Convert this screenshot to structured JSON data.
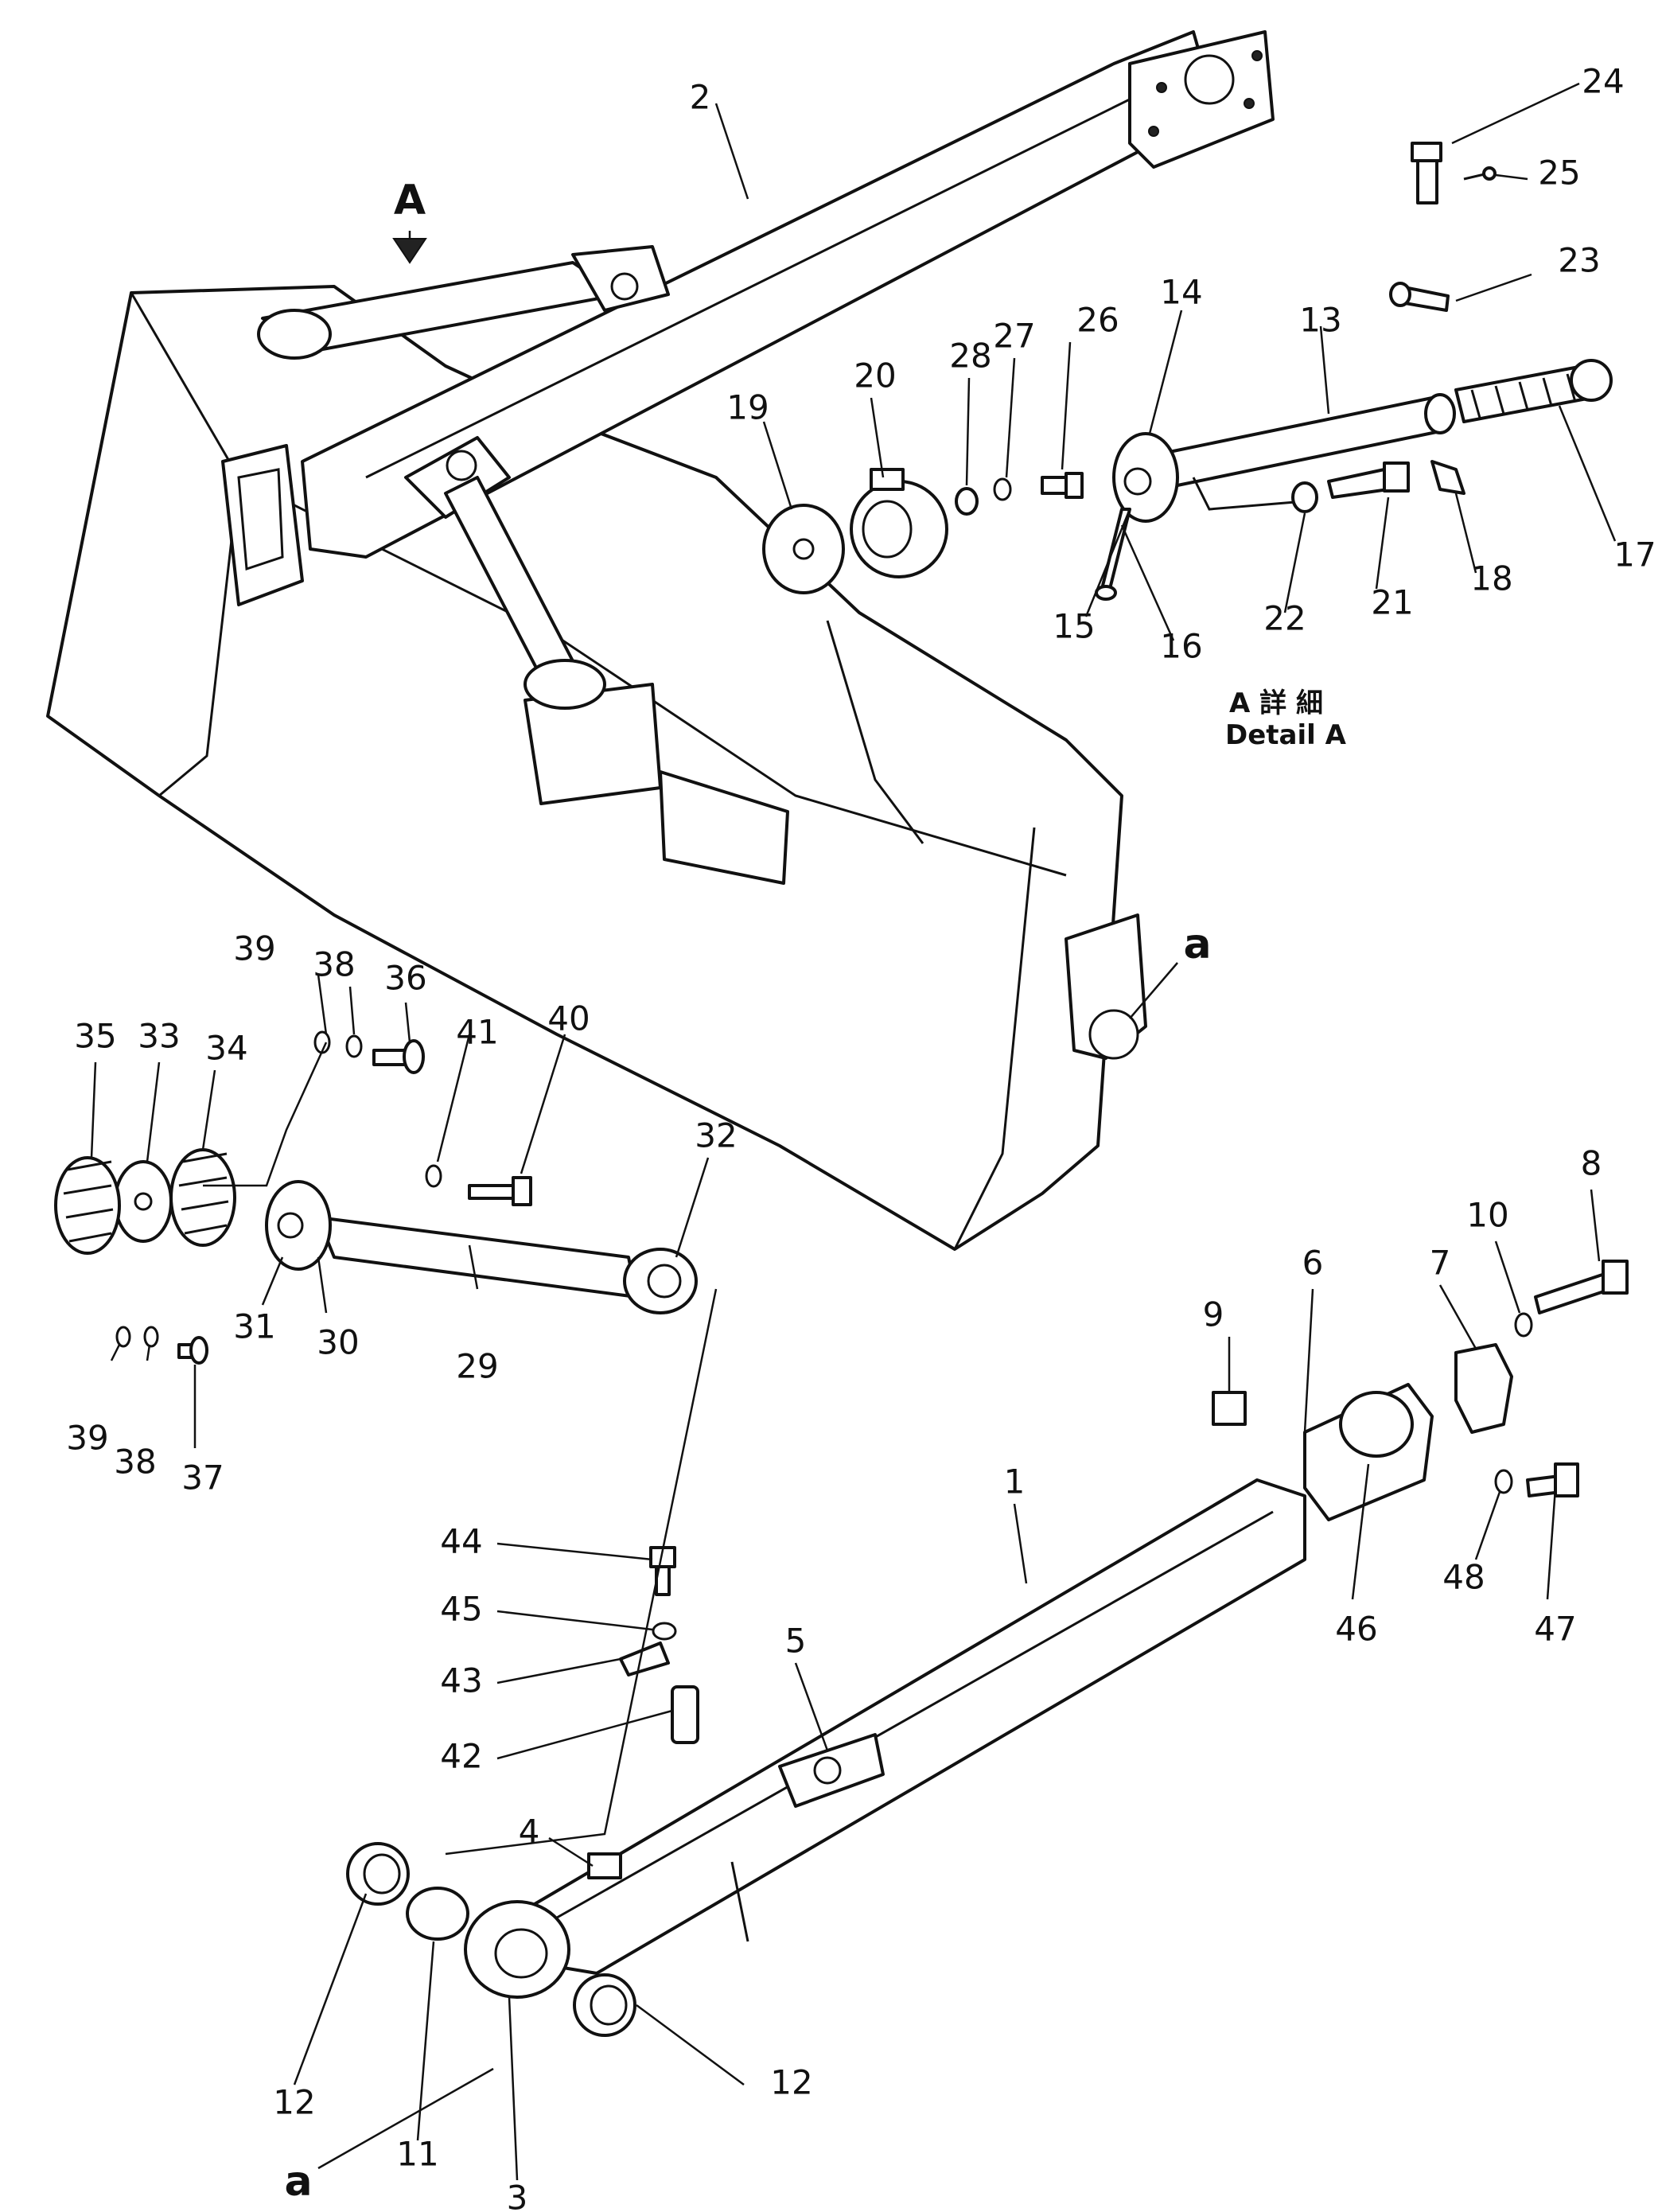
{
  "view_marker": "A",
  "detail_caption": {
    "line1": "A 詳 細",
    "line2": "Detail A"
  },
  "connection_label": "a",
  "part_labels": [
    "1",
    "2",
    "3",
    "4",
    "5",
    "6",
    "7",
    "8",
    "9",
    "10",
    "11",
    "12",
    "13",
    "14",
    "15",
    "16",
    "17",
    "18",
    "19",
    "20",
    "21",
    "22",
    "23",
    "24",
    "25",
    "26",
    "27",
    "28",
    "29",
    "30",
    "31",
    "32",
    "33",
    "34",
    "35",
    "36",
    "37",
    "38",
    "39",
    "40",
    "41",
    "42",
    "43",
    "44",
    "45",
    "46",
    "47",
    "48"
  ]
}
